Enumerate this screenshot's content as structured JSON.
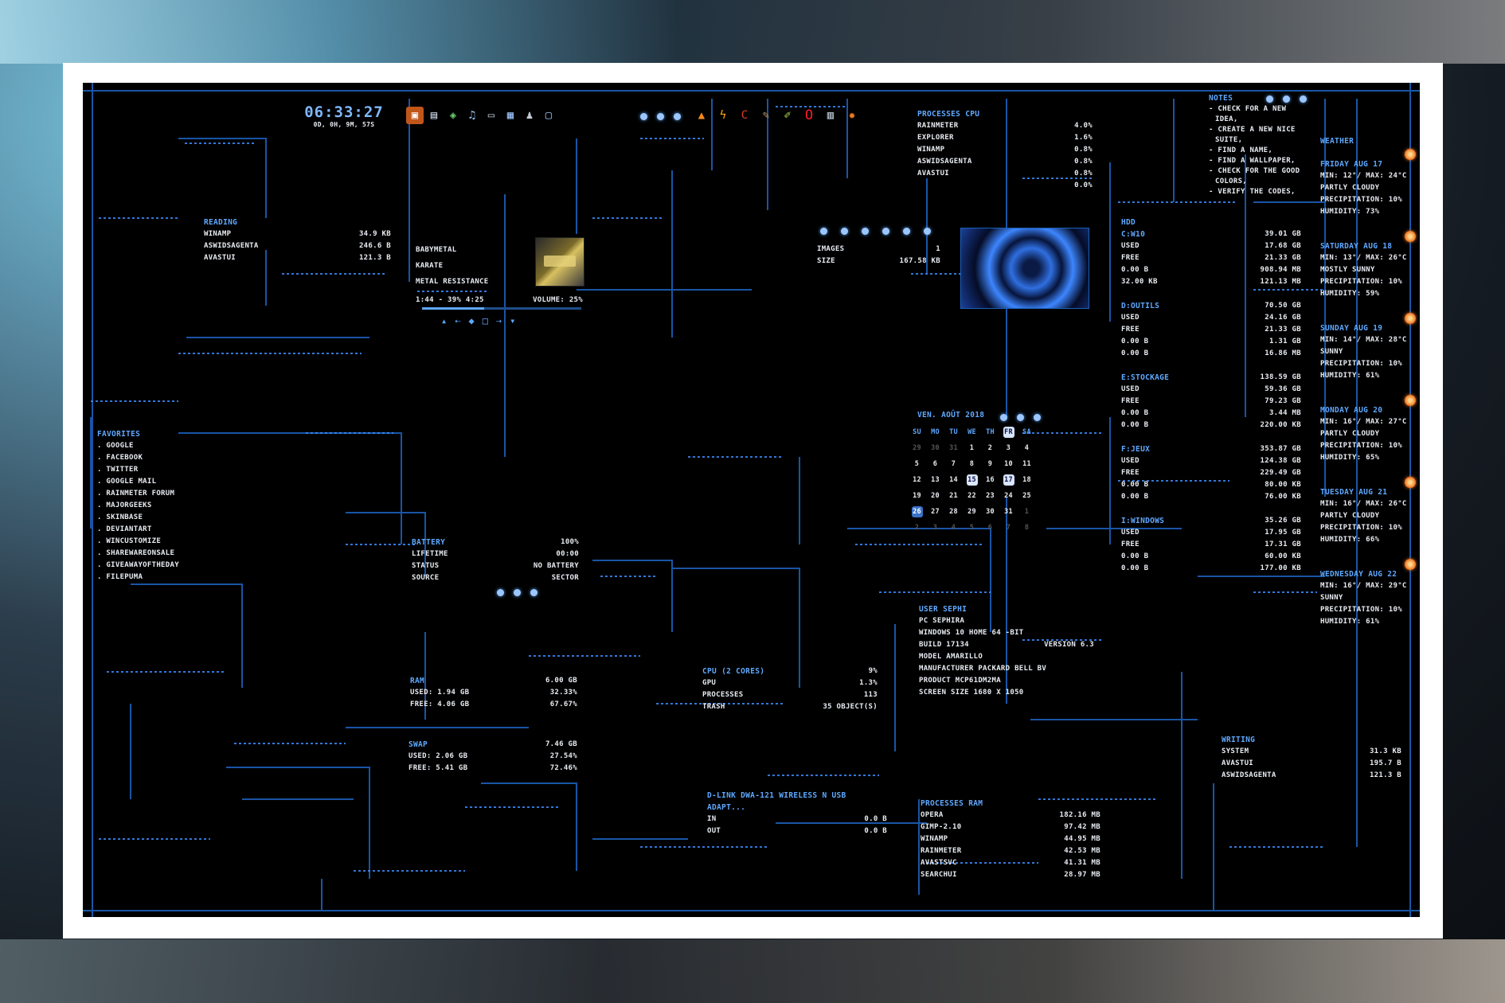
{
  "clock": {
    "time": "06:33:27",
    "uptime": "0D, 0H, 9M, 57S"
  },
  "reading": {
    "title": "READING",
    "rows": [
      {
        "name": "WINAMP",
        "value": "34.9 KB"
      },
      {
        "name": "ASWIDSAGENTA",
        "value": "246.6 B"
      },
      {
        "name": "AVASTUI",
        "value": "121.3 B"
      }
    ]
  },
  "favorites": {
    "title": "FAVORITES",
    "items": [
      ". GOOGLE",
      ". FACEBOOK",
      ". TWITTER",
      ". GOOGLE MAIL",
      ". RAINMETER FORUM",
      ". MAJORGEEKS",
      ". SKINBASE",
      ". DEVIANTART",
      ". WINCUSTOMIZE",
      ". SHAREWAREONSALE",
      ". GIVEAWAYOFTHEDAY",
      ". FILEPUMA"
    ]
  },
  "music": {
    "artist": "BABYMETAL",
    "track": "KARATE",
    "album": "METAL RESISTANCE",
    "time": "1:44 - 39%  4:25",
    "volume": "VOLUME: 25%",
    "progress": 0.39
  },
  "battery": {
    "title": "BATTERY",
    "rows": [
      {
        "name": "LIFETIME",
        "value": "00:00"
      },
      {
        "name": "STATUS",
        "value": "NO BATTERY"
      },
      {
        "name": "SOURCE",
        "value": "SECTOR"
      }
    ],
    "percent": "100%"
  },
  "ram": {
    "title": "RAM",
    "total": "6.00 GB",
    "rows": [
      {
        "name": "USED: 1.94 GB",
        "value": "32.33%"
      },
      {
        "name": "FREE: 4.06 GB",
        "value": "67.67%"
      }
    ]
  },
  "swap": {
    "title": "SWAP",
    "total": "7.46 GB",
    "rows": [
      {
        "name": "USED: 2.06 GB",
        "value": "27.54%"
      },
      {
        "name": "FREE: 5.41 GB",
        "value": "72.46%"
      }
    ]
  },
  "cpu": {
    "title": "CPU (2 CORES)",
    "total": "9%",
    "rows": [
      {
        "name": "GPU",
        "value": "1.3%"
      },
      {
        "name": "PROCESSES",
        "value": "113"
      },
      {
        "name": "TRASH",
        "value": "35 OBJECT(S)"
      }
    ]
  },
  "network": {
    "title": "D-LINK DWA-121 WIRELESS N USB ADAPT...",
    "rows": [
      {
        "name": "IN",
        "value": "0.0 B"
      },
      {
        "name": "OUT",
        "value": "0.0 B"
      }
    ]
  },
  "processes_cpu": {
    "title": "PROCESSES CPU",
    "rows": [
      {
        "name": "RAINMETER",
        "value": "4.0%"
      },
      {
        "name": "EXPLORER",
        "value": "1.6%"
      },
      {
        "name": "WINAMP",
        "value": "0.8%"
      },
      {
        "name": "ASWIDSAGENTA",
        "value": "0.8%"
      },
      {
        "name": "AVASTUI",
        "value": "0.8%"
      },
      {
        "name": "",
        "value": "0.0%"
      }
    ]
  },
  "images": {
    "label": "IMAGES",
    "count": "1",
    "size_label": "SIZE",
    "size": "167.58 KB"
  },
  "calendar": {
    "title": "VEN. AOÛT 2018",
    "weekdays": [
      "SU",
      "MO",
      "TU",
      "WE",
      "TH",
      "FR",
      "SA"
    ],
    "weeks": [
      [
        "29",
        "30",
        "31",
        "1",
        "2",
        "3",
        "4"
      ],
      [
        "5",
        "6",
        "7",
        "8",
        "9",
        "10",
        "11"
      ],
      [
        "12",
        "13",
        "14",
        "15",
        "16",
        "17",
        "18"
      ],
      [
        "19",
        "20",
        "21",
        "22",
        "23",
        "24",
        "25"
      ],
      [
        "26",
        "27",
        "28",
        "29",
        "30",
        "31",
        "1"
      ],
      [
        "2",
        "3",
        "4",
        "5",
        "6",
        "7",
        "8"
      ]
    ]
  },
  "user": {
    "title": "USER SEPHI",
    "pc": "PC SEPHIRA",
    "os": "WINDOWS 10 HOME 64 -BIT",
    "build": "BUILD 17134",
    "version": "VERSION 6.3",
    "model": "MODEL AMARILLO",
    "manufacturer": "MANUFACTURER PACKARD BELL BV",
    "product": "PRODUCT MCP61DM2MA",
    "screen": "SCREEN SIZE 1680 X 1050"
  },
  "processes_ram": {
    "title": "PROCESSES RAM",
    "rows": [
      {
        "name": "OPERA",
        "value": "182.16 MB"
      },
      {
        "name": "GIMP-2.10",
        "value": "97.42 MB"
      },
      {
        "name": "WINAMP",
        "value": "44.95 MB"
      },
      {
        "name": "RAINMETER",
        "value": "42.53 MB"
      },
      {
        "name": "AVASTSVC",
        "value": "41.31 MB"
      },
      {
        "name": "SEARCHUI",
        "value": "28.97 MB"
      }
    ]
  },
  "hdd": {
    "title": "HDD",
    "drives": [
      {
        "name": "C:W10",
        "total": "39.01 GB",
        "used": "17.68 GB",
        "free": "21.33 GB",
        "r": "0.00 B",
        "r2": "908.94 MB",
        "w": "32.00 KB",
        "w2": "121.13 MB"
      },
      {
        "name": "D:OUTILS",
        "total": "70.50 GB",
        "used": "24.16 GB",
        "free": "21.33 GB",
        "r": "0.00 B",
        "r2": "1.31 GB",
        "w": "0.00 B",
        "w2": "16.86 MB"
      },
      {
        "name": "E:STOCKAGE",
        "total": "138.59 GB",
        "used": "59.36 GB",
        "free": "79.23 GB",
        "r": "0.00 B",
        "r2": "3.44 MB",
        "w": "0.00 B",
        "w2": "220.00 KB"
      },
      {
        "name": "F:JEUX",
        "total": "353.87 GB",
        "used": "124.38 GB",
        "free": "229.49 GB",
        "r": "0.00 B",
        "r2": "80.00 KB",
        "w": "0.00 B",
        "w2": "76.00 KB"
      },
      {
        "name": "I:WINDOWS",
        "total": "35.26 GB",
        "used": "17.95 GB",
        "free": "17.31 GB",
        "r": "0.00 B",
        "r2": "60.00 KB",
        "w": "0.00 B",
        "w2": "177.00 KB"
      }
    ],
    "used_label": "USED",
    "free_label": "FREE"
  },
  "notes": {
    "title": "NOTES",
    "lines": [
      "- CHECK FOR A NEW",
      "IDEA,",
      "- CREATE A NEW NICE",
      "SUITE,",
      "- FIND A NAME,",
      "- FIND A WALLPAPER,",
      "- CHECK FOR THE GOOD",
      "COLORS,",
      "- VERIFY THE CODES,"
    ]
  },
  "weather": {
    "title": "WEATHER",
    "days": [
      {
        "day": "FRIDAY AUG 17",
        "temp": "MIN: 12°/ MAX: 24°C",
        "cond": "PARTLY CLOUDY",
        "precip": "PRECIPITATION: 10%",
        "hum": "HUMIDITY: 73%"
      },
      {
        "day": "SATURDAY AUG 18",
        "temp": "MIN: 13°/ MAX: 26°C",
        "cond": "MOSTLY SUNNY",
        "precip": "PRECIPITATION: 10%",
        "hum": "HUMIDITY: 59%"
      },
      {
        "day": "SUNDAY AUG 19",
        "temp": "MIN: 14°/ MAX: 28°C",
        "cond": "SUNNY",
        "precip": "PRECIPITATION: 10%",
        "hum": "HUMIDITY: 61%"
      },
      {
        "day": "MONDAY AUG 20",
        "temp": "MIN: 16°/ MAX: 27°C",
        "cond": "PARTLY CLOUDY",
        "precip": "PRECIPITATION: 10%",
        "hum": "HUMIDITY: 65%"
      },
      {
        "day": "TUESDAY AUG 21",
        "temp": "MIN: 16°/ MAX: 26°C",
        "cond": "PARTLY CLOUDY",
        "precip": "PRECIPITATION: 10%",
        "hum": "HUMIDITY: 66%"
      },
      {
        "day": "WEDNESDAY AUG 22",
        "temp": "MIN: 16°/ MAX: 29°C",
        "cond": "SUNNY",
        "precip": "PRECIPITATION: 10%",
        "hum": "HUMIDITY: 61%"
      }
    ]
  },
  "writing": {
    "title": "WRITING",
    "rows": [
      {
        "name": "SYSTEM",
        "value": "31.3 KB"
      },
      {
        "name": "AVASTUI",
        "value": "195.7 B"
      },
      {
        "name": "ASWIDSAGENTA",
        "value": "121.3 B"
      }
    ]
  },
  "launcher_left": [
    "folder-icon",
    "document-icon",
    "network-icon",
    "music-icon",
    "drive-icon",
    "computer-icon",
    "user-icon",
    "monitor-icon"
  ],
  "launcher_right": [
    "vlc-icon",
    "winamp-icon",
    "ccleaner-icon",
    "gimp-icon",
    "notepad-icon",
    "opera-icon",
    "settings-icon",
    "tools-icon"
  ],
  "colors": {
    "accent": "#5ea8ff",
    "grid": "#1c5fb8",
    "text": "#e8ecf2"
  }
}
